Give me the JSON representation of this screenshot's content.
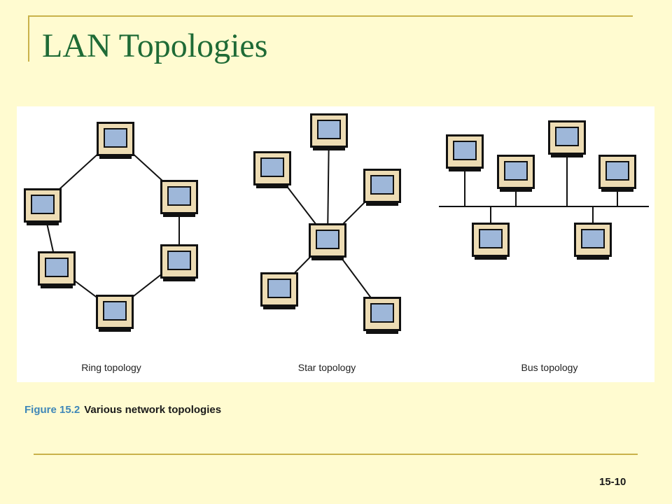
{
  "slide": {
    "title": "LAN Topologies",
    "page_number": "15-10"
  },
  "figure": {
    "number": "Figure 15.2",
    "caption": "Various network topologies",
    "labels": {
      "ring": "Ring topology",
      "star": "Star topology",
      "bus": "Bus topology"
    }
  },
  "colors": {
    "background": "#FFFBD0",
    "title": "#1F6B36",
    "rule": "#C9B24A",
    "caption_number": "#3F87B8",
    "monitor_bezel": "#EDDCB4",
    "monitor_screen": "#9EB7D9"
  }
}
